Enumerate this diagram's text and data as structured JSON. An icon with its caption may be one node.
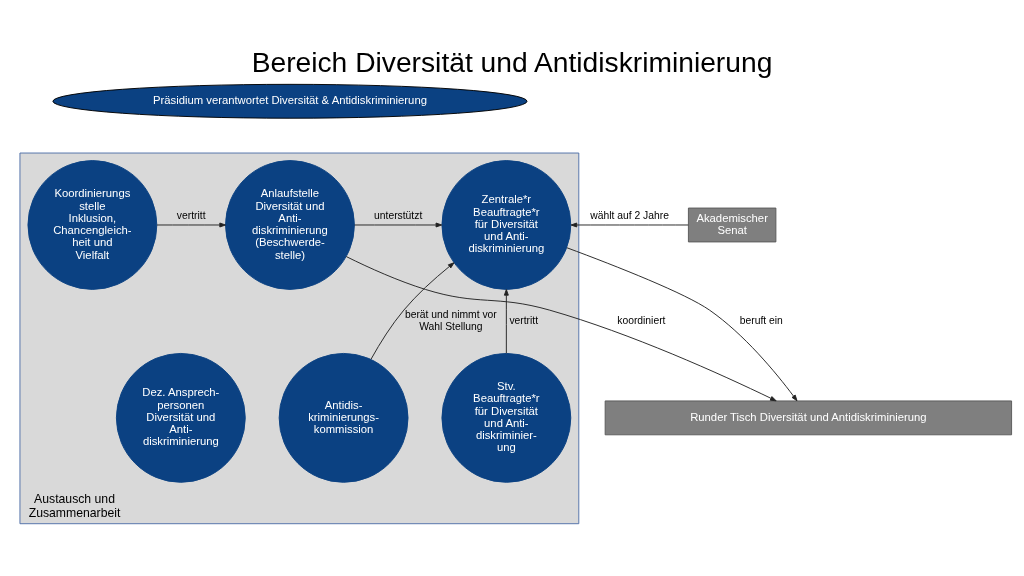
{
  "diagram": {
    "title": "Bereich Diversität und Antidiskriminierung",
    "nodes": [
      {
        "text": [
          "Präsidium verantwortet Diversität & Antidiskriminierung"
        ]
      },
      {
        "text": [
          "Austausch und Zusammenarbeit"
        ]
      },
      {
        "text": [
          "Koordinierungs stelle Inklusion, Chancengleich- heit und Vielfalt"
        ],
        "in": 1
      },
      {
        "text": [
          "Anlaufstelle Diversität und Anti- diskriminierung (Beschwerde- stelle)"
        ],
        "in": 1
      },
      {
        "text": [
          "Zentrale*r Beauftragte*r für Diversität und Anti- diskriminierung"
        ],
        "in": 1
      },
      {
        "text": [
          "Akademischer Senat"
        ]
      },
      {
        "text": [
          "Dez. Ansprech- personen Diversität und Anti- diskriminierung"
        ],
        "in": 1
      },
      {
        "text": [
          "Stv. Beauftragte*r für Diversität und Anti- diskriminier- ung"
        ],
        "in": 1
      },
      {
        "text": [
          "Antidis- kriminierungs- kommission"
        ],
        "in": 1
      },
      {
        "text": [
          "Runder Tisch Diversität und Antidiskriminierung"
        ]
      }
    ],
    "edges": [
      {
        "from": 2,
        "to": 3,
        "arrow": "to",
        "label": "vertritt"
      },
      {
        "from": 3,
        "to": 4,
        "arrow": "to",
        "label": "unterstützt"
      },
      {
        "from": 5,
        "to": 4,
        "arrow": "to",
        "label": "wählt auf 2 Jahre"
      },
      {
        "from": 7,
        "to": 4,
        "arrow": "to",
        "label": "vertritt"
      },
      {
        "from": 8,
        "to": 4,
        "arrow": "to",
        "label": "berät und nimmt vor Wahl Stellung"
      },
      {
        "from": 3,
        "to": 9,
        "arrow": "to",
        "label": "koordiniert"
      },
      {
        "from": 4,
        "to": 9,
        "arrow": "to",
        "label": "beruft ein"
      }
    ]
  }
}
